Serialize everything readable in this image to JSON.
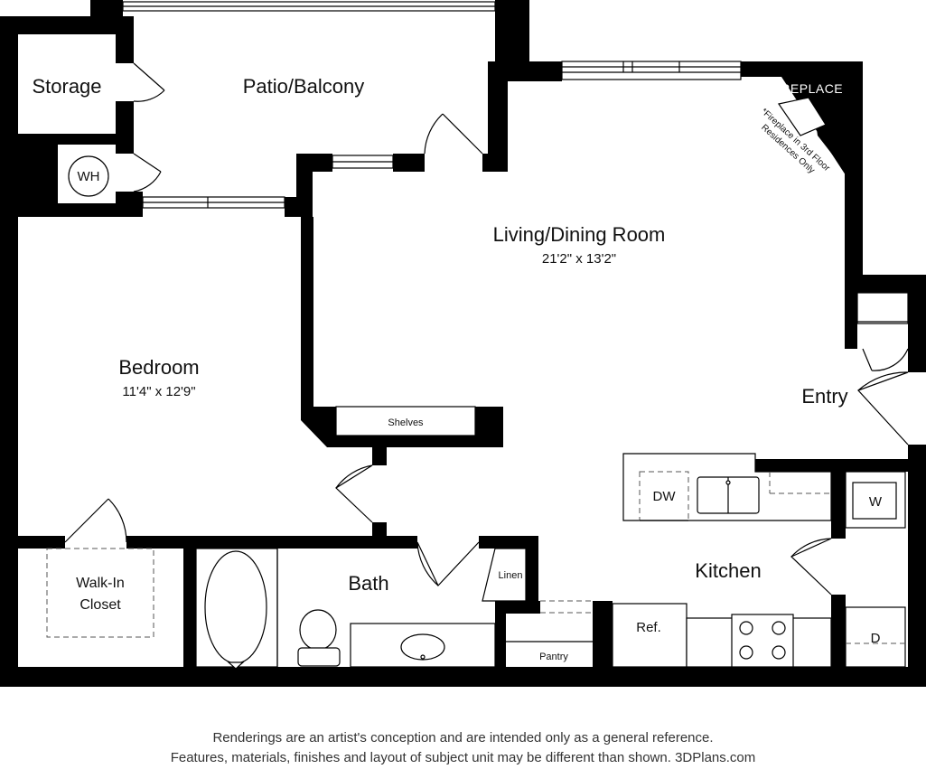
{
  "rooms": {
    "storage": "Storage",
    "patio": "Patio/Balcony",
    "wh": "WH",
    "living_name": "Living/Dining Room",
    "living_dim": "21'2\" x 13'2\"",
    "fireplace": "FIREPLACE",
    "fireplace_note_1": "*Fireplace in 3rd Floor",
    "fireplace_note_2": "Residences Only",
    "bedroom_name": "Bedroom",
    "bedroom_dim": "11'4\" x 12'9\"",
    "entry": "Entry",
    "shelves": "Shelves",
    "dw": "DW",
    "washer": "W",
    "kitchen": "Kitchen",
    "closet_1": "Walk-In",
    "closet_2": "Closet",
    "bath": "Bath",
    "linen": "Linen",
    "ref": "Ref.",
    "pantry": "Pantry",
    "dryer": "D"
  },
  "disclaimer": {
    "line1": "Renderings are an artist's conception and are intended only as a general reference.",
    "line2": "Features, materials, finishes and layout of subject unit may be different than shown. 3DPlans.com"
  }
}
